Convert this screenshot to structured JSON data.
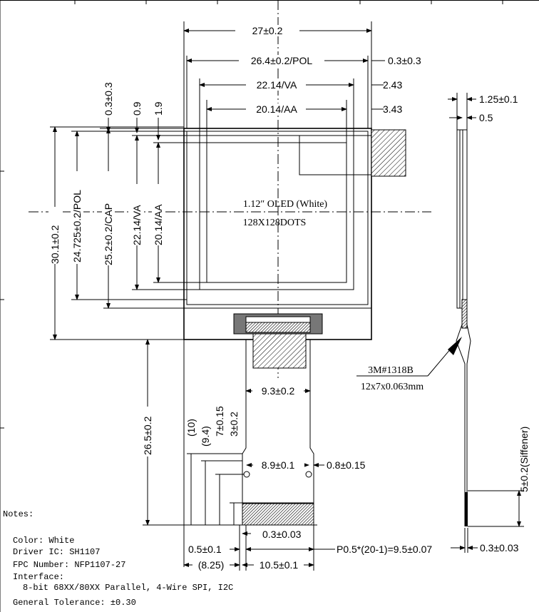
{
  "dims": {
    "w27": "27±0.2",
    "w_pol": "26.4±0.2/POL",
    "off_03": "0.3±0.3",
    "w_va": "22.14/VA",
    "off_243": "2.43",
    "w_aa": "20.14/AA",
    "off_343": "3.43",
    "v03": "0.3±0.3",
    "v09": "0.9",
    "v19": "1.9",
    "h301": "30.1±0.2",
    "h_pol": "24.725±0.2/POL",
    "h_cap": "25.2±0.2/CAP",
    "h_va": "22.14/VA",
    "h_aa": "20.14/AA",
    "side_thick": "1.25±0.1",
    "side_05": "0.5",
    "tape1": "3M#1318B",
    "tape2": "12x7x0.063mm",
    "w93": "9.3±0.2",
    "fpc_len": "26.5±0.2",
    "d10": "(10)",
    "d94": "(9.4)",
    "d7": "7±0.15",
    "d3": "3±0.2",
    "d89": "8.9±0.1",
    "d08": "0.8±0.15",
    "stiff": "5±0.2(Siffener)",
    "d03b": "0.3±0.03",
    "d05": "0.5±0.1",
    "pitch": "P0.5*(20-1)=9.5±0.07",
    "d825": "(8.25)",
    "d105": "10.5±0.1",
    "d03side": "0.3±0.03"
  },
  "display": {
    "line1": "1.12″ OLED (White)",
    "line2": "128X128DOTS"
  },
  "notes": {
    "title": "Notes:",
    "n1": "Color: White",
    "n2": "Driver IC: SH1107",
    "n3": "FPC Number: NFP1107-27",
    "n4": "Interface:",
    "n4b": "8-bit 68XX/80XX Parallel, 4-Wire SPI, I2C",
    "n5": "General Tolerance: ±0.30"
  }
}
